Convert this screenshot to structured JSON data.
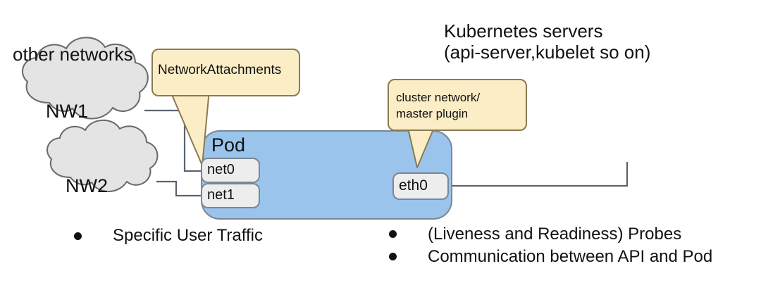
{
  "diagram": {
    "title_lines": [
      "Kubernetes servers",
      "(api-server,kubelet so on)"
    ],
    "other_networks_label": "other networks",
    "clouds": [
      {
        "label": "NW1"
      },
      {
        "label": "NW2"
      }
    ],
    "pod": {
      "label": "Pod",
      "left_interfaces": [
        {
          "label": "net0"
        },
        {
          "label": "net1"
        }
      ],
      "right_interfaces": [
        {
          "label": "eth0"
        }
      ]
    },
    "callouts": [
      {
        "name": "network-attachments",
        "text": "NetworkAttachments"
      },
      {
        "name": "cluster-network",
        "line1": "cluster network/",
        "line2": "master plugin"
      }
    ],
    "bullets_left": [
      "Specific User Traffic"
    ],
    "bullets_right": [
      "(Liveness and Readiness) Probes",
      "Communication between API and Pod"
    ],
    "colors": {
      "pod_fill": "#9AC4EC",
      "pod_stroke": "#7A8794",
      "callout_fill": "#FBEDC6",
      "callout_stroke": "#8A7A52",
      "cloud_fill": "#E4E4E4",
      "cloud_stroke": "#6C6C6C",
      "iface_fill": "#EDEDED",
      "iface_stroke": "#7A8794",
      "connector": "#5A6470",
      "text": "#111111",
      "background": "#FFFFFF"
    }
  }
}
